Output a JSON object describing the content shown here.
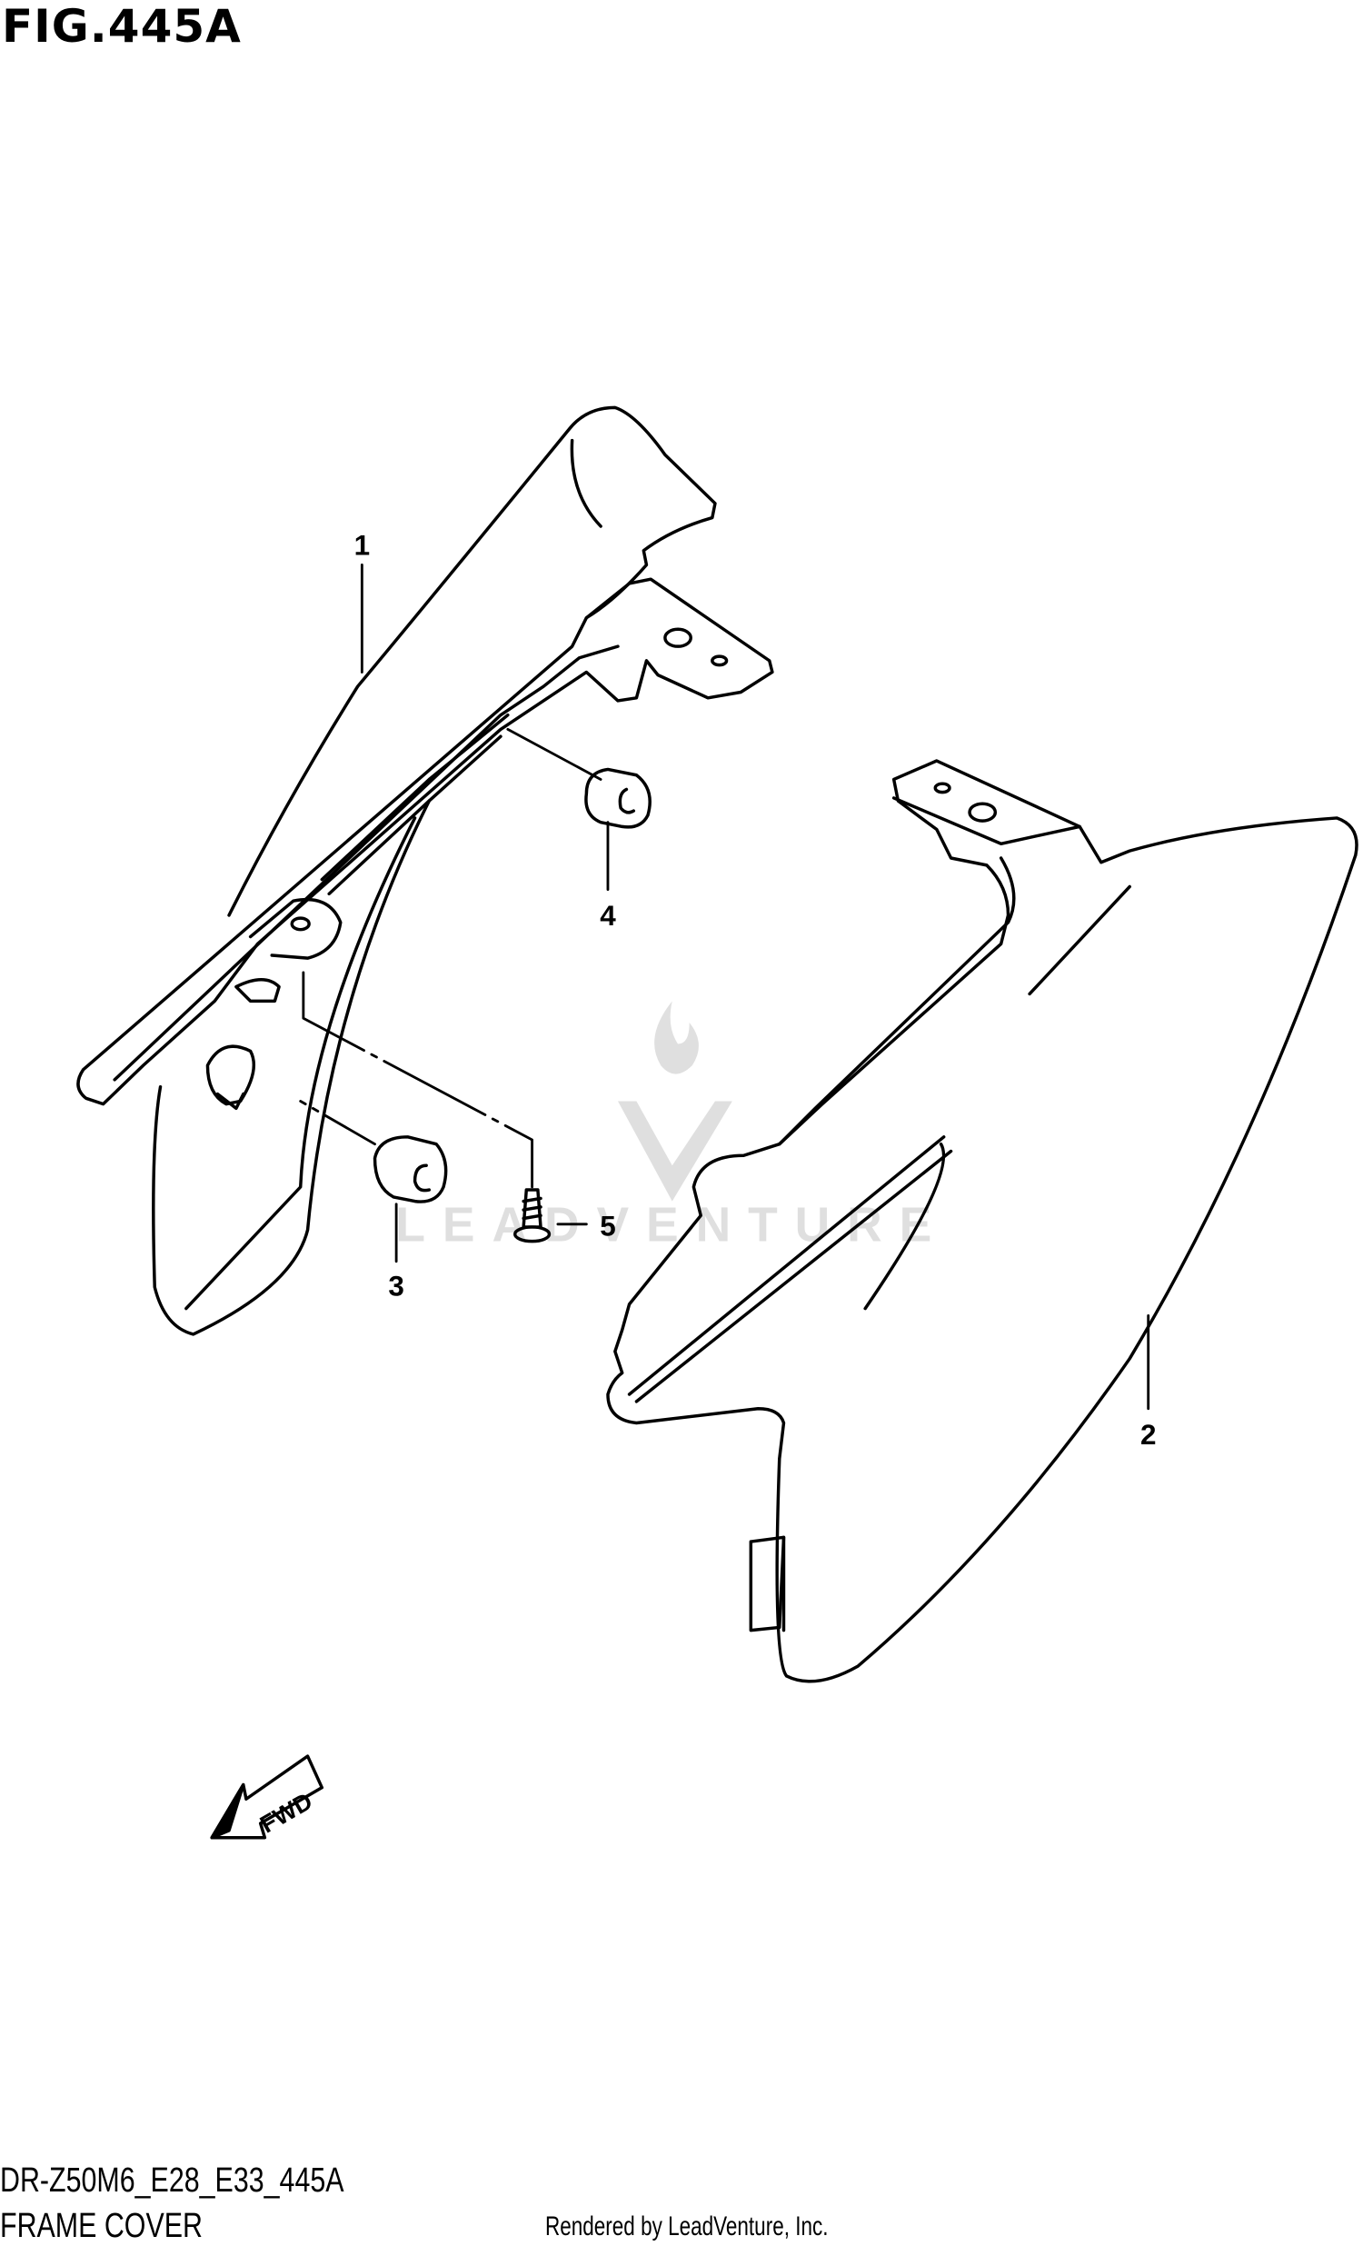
{
  "figure": {
    "title": "FIG.445A",
    "model_code": "DR-Z50M6_E28_E33_445A",
    "section_name": "FRAME COVER",
    "credit": "Rendered by LeadVenture, Inc.",
    "watermark": "LEADVENTURE",
    "direction_label": "FWD"
  },
  "callouts": [
    {
      "number": "1"
    },
    {
      "number": "2"
    },
    {
      "number": "3"
    },
    {
      "number": "4"
    },
    {
      "number": "5"
    }
  ]
}
